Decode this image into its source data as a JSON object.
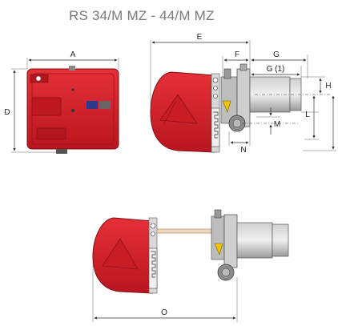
{
  "title": "RS 34/M MZ - 44/M MZ",
  "labels": {
    "A": "A",
    "D": "D",
    "E": "E",
    "F": "F",
    "G": "G",
    "G1": "G (1)",
    "H": "H",
    "L": "L",
    "M": "M",
    "N": "N",
    "O": "O"
  },
  "colors": {
    "body": "#d8202a",
    "body_dark": "#a5141c",
    "metal": "#9a9a9a",
    "tube": "#b9b9b9",
    "accent": "#f2c200"
  }
}
